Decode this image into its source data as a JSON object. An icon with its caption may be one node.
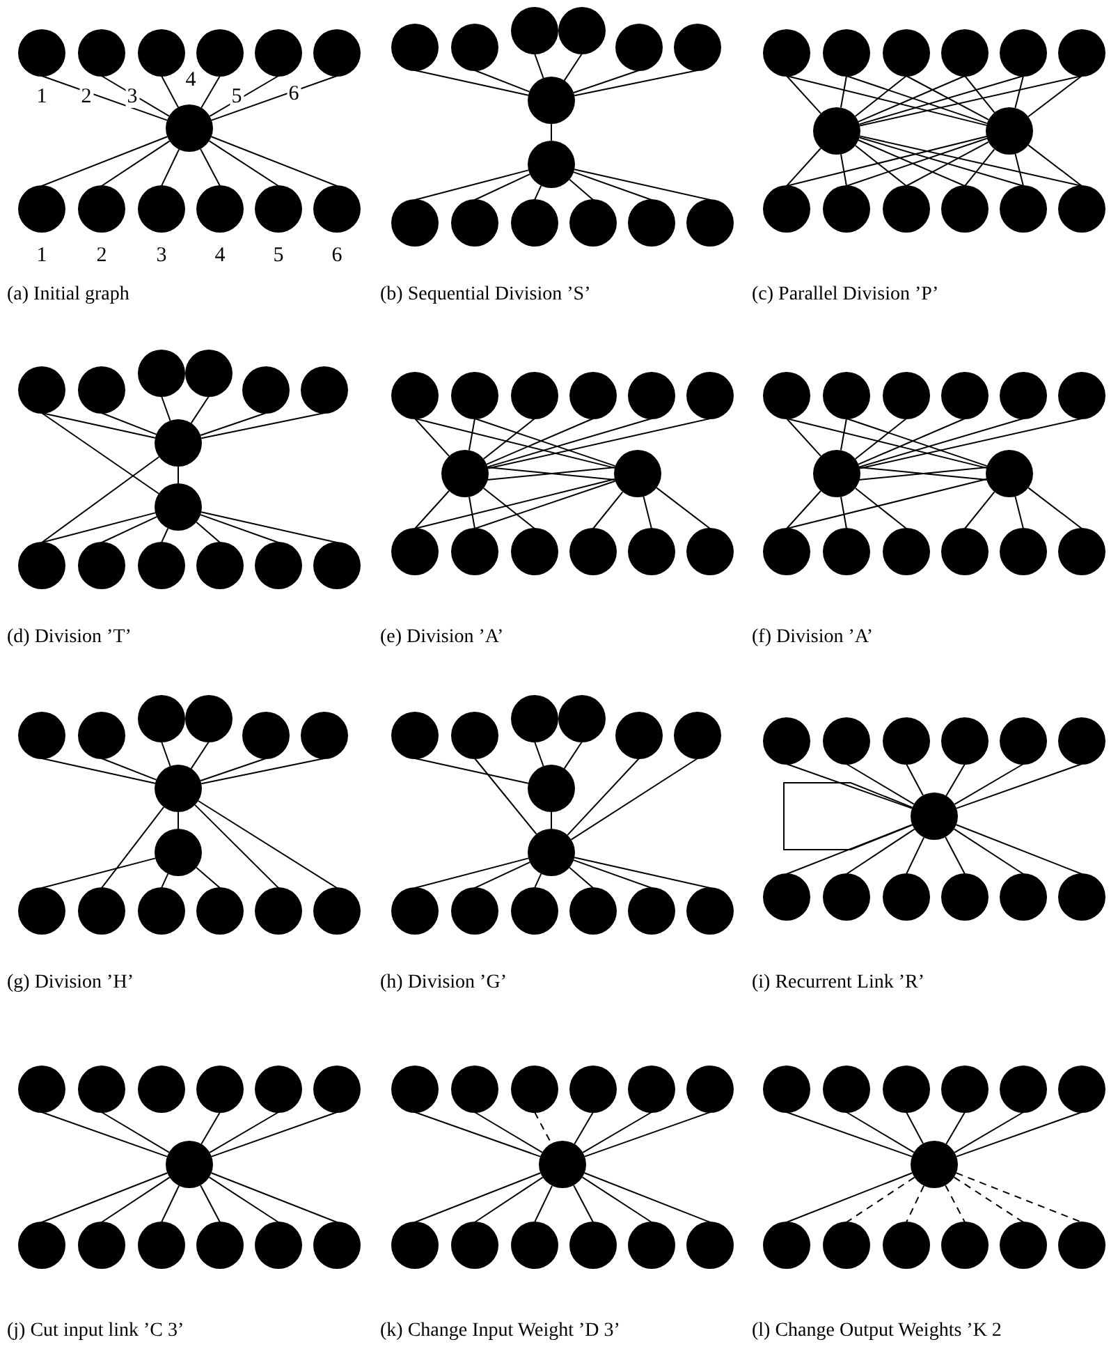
{
  "diagram": {
    "nodes": [
      {
        "text": [],
        "shape": "circle"
      },
      {
        "text": [],
        "shape": "circle"
      },
      {
        "text": [],
        "shape": "circle"
      },
      {
        "text": [],
        "shape": "circle"
      },
      {
        "text": [],
        "shape": "circle"
      },
      {
        "text": [],
        "shape": "circle"
      },
      {
        "text": [],
        "shape": "circle"
      },
      {
        "text": [],
        "shape": "circle"
      },
      {
        "text": [],
        "shape": "circle"
      },
      {
        "text": [],
        "shape": "circle"
      },
      {
        "text": [],
        "shape": "circle"
      },
      {
        "text": [],
        "shape": "circle"
      },
      {
        "text": [],
        "shape": "circle"
      },
      {
        "text": [],
        "shape": "circle"
      },
      {
        "text": [],
        "shape": "circle"
      },
      {
        "text": [],
        "shape": "circle"
      },
      {
        "text": [],
        "shape": "circle"
      },
      {
        "text": [],
        "shape": "circle"
      },
      {
        "text": [],
        "shape": "circle"
      },
      {
        "text": [],
        "shape": "circle"
      },
      {
        "text": [],
        "shape": "circle"
      },
      {
        "text": [],
        "shape": "circle"
      },
      {
        "text": [],
        "shape": "circle"
      },
      {
        "text": [],
        "shape": "circle"
      },
      {
        "text": [],
        "shape": "circle"
      },
      {
        "text": [],
        "shape": "circle"
      },
      {
        "text": [],
        "shape": "circle"
      },
      {
        "text": [],
        "shape": "circle"
      },
      {
        "text": [],
        "shape": "circle"
      },
      {
        "text": [],
        "shape": "circle"
      },
      {
        "text": [],
        "shape": "circle"
      },
      {
        "text": [],
        "shape": "circle"
      },
      {
        "text": [],
        "shape": "circle"
      },
      {
        "text": [],
        "shape": "circle"
      },
      {
        "text": [],
        "shape": "circle"
      },
      {
        "text": [],
        "shape": "circle"
      },
      {
        "text": [],
        "shape": "circle"
      },
      {
        "text": [],
        "shape": "circle"
      },
      {
        "text": [],
        "shape": "circle"
      },
      {
        "text": [],
        "shape": "circle"
      },
      {
        "text": [],
        "shape": "circle"
      },
      {
        "text": [],
        "shape": "circle"
      },
      {
        "text": [],
        "shape": "circle"
      },
      {
        "text": [],
        "shape": "circle"
      },
      {
        "text": [],
        "shape": "circle"
      },
      {
        "text": [],
        "shape": "circle"
      },
      {
        "text": [],
        "shape": "circle"
      },
      {
        "text": [],
        "shape": "circle"
      },
      {
        "text": [],
        "shape": "circle"
      },
      {
        "text": [],
        "shape": "circle"
      },
      {
        "text": [],
        "shape": "circle"
      },
      {
        "text": [],
        "shape": "circle"
      },
      {
        "text": [],
        "shape": "circle"
      },
      {
        "text": [],
        "shape": "circle"
      },
      {
        "text": [],
        "shape": "circle"
      },
      {
        "text": [],
        "shape": "circle"
      },
      {
        "text": [],
        "shape": "circle"
      },
      {
        "text": [],
        "shape": "circle"
      },
      {
        "text": [],
        "shape": "circle"
      },
      {
        "text": [],
        "shape": "circle"
      },
      {
        "text": [],
        "shape": "circle"
      },
      {
        "text": [],
        "shape": "circle"
      },
      {
        "text": [],
        "shape": "circle"
      },
      {
        "text": [],
        "shape": "circle"
      },
      {
        "text": [],
        "shape": "circle"
      },
      {
        "text": [],
        "shape": "circle"
      },
      {
        "text": [],
        "shape": "circle"
      },
      {
        "text": [],
        "shape": "circle"
      },
      {
        "text": [],
        "shape": "circle"
      },
      {
        "text": [],
        "shape": "circle"
      },
      {
        "text": [],
        "shape": "circle"
      },
      {
        "text": [],
        "shape": "circle"
      },
      {
        "text": [],
        "shape": "circle"
      },
      {
        "text": [],
        "shape": "circle"
      },
      {
        "text": [],
        "shape": "circle"
      },
      {
        "text": [],
        "shape": "circle"
      },
      {
        "text": [],
        "shape": "circle"
      },
      {
        "text": [],
        "shape": "circle"
      },
      {
        "text": [],
        "shape": "circle"
      },
      {
        "text": [],
        "shape": "circle"
      },
      {
        "text": [],
        "shape": "circle"
      },
      {
        "text": [],
        "shape": "circle"
      },
      {
        "text": [],
        "shape": "circle"
      },
      {
        "text": [],
        "shape": "circle"
      },
      {
        "text": [],
        "shape": "circle"
      },
      {
        "text": [],
        "shape": "circle"
      },
      {
        "text": [],
        "shape": "circle"
      },
      {
        "text": [],
        "shape": "circle"
      },
      {
        "text": [],
        "shape": "circle"
      },
      {
        "text": [],
        "shape": "circle"
      },
      {
        "text": [],
        "shape": "circle"
      },
      {
        "text": [],
        "shape": "circle"
      },
      {
        "text": [],
        "shape": "circle"
      },
      {
        "text": [],
        "shape": "circle"
      },
      {
        "text": [],
        "shape": "circle"
      },
      {
        "text": [],
        "shape": "circle"
      },
      {
        "text": [],
        "shape": "circle"
      },
      {
        "text": [],
        "shape": "circle"
      },
      {
        "text": [],
        "shape": "circle"
      },
      {
        "text": [],
        "shape": "circle"
      },
      {
        "text": [],
        "shape": "circle"
      },
      {
        "text": [],
        "shape": "circle"
      },
      {
        "text": [],
        "shape": "circle"
      },
      {
        "text": [],
        "shape": "circle"
      },
      {
        "text": [],
        "shape": "circle"
      },
      {
        "text": [],
        "shape": "circle"
      },
      {
        "text": [],
        "shape": "circle"
      },
      {
        "text": [],
        "shape": "circle"
      },
      {
        "text": [],
        "shape": "circle"
      },
      {
        "text": [],
        "shape": "circle"
      },
      {
        "text": [],
        "shape": "circle"
      },
      {
        "text": [],
        "shape": "circle"
      },
      {
        "text": [],
        "shape": "circle"
      },
      {
        "text": [],
        "shape": "circle"
      },
      {
        "text": [],
        "shape": "circle"
      },
      {
        "text": [],
        "shape": "circle"
      },
      {
        "text": [],
        "shape": "circle"
      },
      {
        "text": [],
        "shape": "circle"
      },
      {
        "text": [],
        "shape": "circle"
      },
      {
        "text": [],
        "shape": "circle"
      },
      {
        "text": [],
        "shape": "circle"
      },
      {
        "text": [],
        "shape": "circle"
      },
      {
        "text": [],
        "shape": "circle"
      },
      {
        "text": [],
        "shape": "circle"
      },
      {
        "text": [],
        "shape": "circle"
      },
      {
        "text": [],
        "shape": "circle"
      },
      {
        "text": [],
        "shape": "circle"
      },
      {
        "text": [],
        "shape": "circle"
      },
      {
        "text": [],
        "shape": "circle"
      },
      {
        "text": [],
        "shape": "circle"
      },
      {
        "text": [],
        "shape": "circle"
      },
      {
        "text": [],
        "shape": "circle"
      },
      {
        "text": [],
        "shape": "circle"
      },
      {
        "text": [],
        "shape": "circle"
      },
      {
        "text": [],
        "shape": "circle"
      },
      {
        "text": [],
        "shape": "circle"
      },
      {
        "text": [],
        "shape": "circle"
      },
      {
        "text": [],
        "shape": "circle"
      },
      {
        "text": [],
        "shape": "circle"
      },
      {
        "text": [],
        "shape": "circle"
      },
      {
        "text": [],
        "shape": "circle"
      },
      {
        "text": [],
        "shape": "circle"
      },
      {
        "text": [],
        "shape": "circle"
      },
      {
        "text": [],
        "shape": "circle"
      },
      {
        "text": [],
        "shape": "circle"
      },
      {
        "text": [],
        "shape": "circle"
      },
      {
        "text": [],
        "shape": "circle"
      },
      {
        "text": [],
        "shape": "circle"
      },
      {
        "text": [],
        "shape": "circle"
      },
      {
        "text": [],
        "shape": "circle"
      },
      {
        "text": [],
        "shape": "circle"
      },
      {
        "text": [],
        "shape": "circle"
      },
      {
        "text": [],
        "shape": "circle"
      },
      {
        "text": [],
        "shape": "circle"
      },
      {
        "text": [],
        "shape": "circle"
      },
      {
        "text": [],
        "shape": "circle"
      },
      {
        "text": [],
        "shape": "circle"
      },
      {
        "text": [],
        "shape": "circle"
      },
      {
        "text": [],
        "shape": "circle"
      },
      {
        "text": [],
        "shape": "circle"
      },
      {
        "text": [],
        "shape": "circle"
      },
      {
        "text": [],
        "shape": "circle"
      },
      {
        "text": [],
        "shape": "circle"
      }
    ],
    "edges": [
      {
        "from": 0,
        "to": 6,
        "arrow": "none"
      },
      {
        "from": 1,
        "to": 6,
        "arrow": "none"
      },
      {
        "from": 2,
        "to": 6,
        "arrow": "none"
      },
      {
        "from": 3,
        "to": 6,
        "arrow": "none"
      },
      {
        "from": 4,
        "to": 6,
        "arrow": "none"
      },
      {
        "from": 5,
        "to": 6,
        "arrow": "none"
      },
      {
        "from": 6,
        "to": 7,
        "arrow": "none"
      },
      {
        "from": 6,
        "to": 8,
        "arrow": "none"
      },
      {
        "from": 6,
        "to": 9,
        "arrow": "none"
      },
      {
        "from": 6,
        "to": 10,
        "arrow": "none"
      },
      {
        "from": 6,
        "to": 11,
        "arrow": "none"
      },
      {
        "from": 6,
        "to": 12,
        "arrow": "none"
      },
      {
        "from": 13,
        "to": 19,
        "arrow": "none"
      },
      {
        "from": 14,
        "to": 19,
        "arrow": "none"
      },
      {
        "from": 15,
        "to": 19,
        "arrow": "none"
      },
      {
        "from": 16,
        "to": 19,
        "arrow": "none"
      },
      {
        "from": 17,
        "to": 19,
        "arrow": "none"
      },
      {
        "from": 18,
        "to": 19,
        "arrow": "none"
      },
      {
        "from": 19,
        "to": 20,
        "arrow": "none"
      },
      {
        "from": 20,
        "to": 21,
        "arrow": "none"
      },
      {
        "from": 20,
        "to": 22,
        "arrow": "none"
      },
      {
        "from": 20,
        "to": 23,
        "arrow": "none"
      },
      {
        "from": 20,
        "to": 24,
        "arrow": "none"
      },
      {
        "from": 20,
        "to": 25,
        "arrow": "none"
      },
      {
        "from": 20,
        "to": 26,
        "arrow": "none"
      },
      {
        "from": 27,
        "to": 33,
        "arrow": "none"
      },
      {
        "from": 28,
        "to": 33,
        "arrow": "none"
      },
      {
        "from": 29,
        "to": 33,
        "arrow": "none"
      },
      {
        "from": 30,
        "to": 33,
        "arrow": "none"
      },
      {
        "from": 31,
        "to": 33,
        "arrow": "none"
      },
      {
        "from": 32,
        "to": 33,
        "arrow": "none"
      },
      {
        "from": 27,
        "to": 34,
        "arrow": "none"
      },
      {
        "from": 28,
        "to": 34,
        "arrow": "none"
      },
      {
        "from": 29,
        "to": 34,
        "arrow": "none"
      },
      {
        "from": 30,
        "to": 34,
        "arrow": "none"
      },
      {
        "from": 31,
        "to": 34,
        "arrow": "none"
      },
      {
        "from": 32,
        "to": 34,
        "arrow": "none"
      },
      {
        "from": 33,
        "to": 35,
        "arrow": "none"
      },
      {
        "from": 33,
        "to": 36,
        "arrow": "none"
      },
      {
        "from": 33,
        "to": 37,
        "arrow": "none"
      },
      {
        "from": 33,
        "to": 38,
        "arrow": "none"
      },
      {
        "from": 33,
        "to": 39,
        "arrow": "none"
      },
      {
        "from": 33,
        "to": 40,
        "arrow": "none"
      },
      {
        "from": 34,
        "to": 35,
        "arrow": "none"
      },
      {
        "from": 34,
        "to": 36,
        "arrow": "none"
      },
      {
        "from": 34,
        "to": 37,
        "arrow": "none"
      },
      {
        "from": 34,
        "to": 38,
        "arrow": "none"
      },
      {
        "from": 34,
        "to": 39,
        "arrow": "none"
      },
      {
        "from": 34,
        "to": 40,
        "arrow": "none"
      },
      {
        "from": 41,
        "to": 47,
        "arrow": "none"
      },
      {
        "from": 42,
        "to": 47,
        "arrow": "none"
      },
      {
        "from": 43,
        "to": 47,
        "arrow": "none"
      },
      {
        "from": 44,
        "to": 47,
        "arrow": "none"
      },
      {
        "from": 45,
        "to": 47,
        "arrow": "none"
      },
      {
        "from": 46,
        "to": 47,
        "arrow": "none"
      },
      {
        "from": 41,
        "to": 48,
        "arrow": "none"
      },
      {
        "from": 47,
        "to": 48,
        "arrow": "none"
      },
      {
        "from": 47,
        "to": 49,
        "arrow": "none"
      },
      {
        "from": 48,
        "to": 49,
        "arrow": "none"
      },
      {
        "from": 48,
        "to": 50,
        "arrow": "none"
      },
      {
        "from": 48,
        "to": 51,
        "arrow": "none"
      },
      {
        "from": 48,
        "to": 52,
        "arrow": "none"
      },
      {
        "from": 48,
        "to": 53,
        "arrow": "none"
      },
      {
        "from": 48,
        "to": 54,
        "arrow": "none"
      },
      {
        "from": 55,
        "to": 61,
        "arrow": "none"
      },
      {
        "from": 55,
        "to": 62,
        "arrow": "none"
      },
      {
        "from": 56,
        "to": 61,
        "arrow": "none"
      },
      {
        "from": 56,
        "to": 62,
        "arrow": "none"
      },
      {
        "from": 57,
        "to": 61,
        "arrow": "none"
      },
      {
        "from": 58,
        "to": 61,
        "arrow": "none"
      },
      {
        "from": 59,
        "to": 61,
        "arrow": "none"
      },
      {
        "from": 60,
        "to": 61,
        "arrow": "none"
      },
      {
        "from": 61,
        "to": 62,
        "arrow": "none"
      },
      {
        "from": 62,
        "to": 61,
        "arrow": "none"
      },
      {
        "from": 61,
        "to": 63,
        "arrow": "none"
      },
      {
        "from": 61,
        "to": 64,
        "arrow": "none"
      },
      {
        "from": 61,
        "to": 65,
        "arrow": "none"
      },
      {
        "from": 62,
        "to": 63,
        "arrow": "none"
      },
      {
        "from": 62,
        "to": 64,
        "arrow": "none"
      },
      {
        "from": 62,
        "to": 66,
        "arrow": "none"
      },
      {
        "from": 62,
        "to": 67,
        "arrow": "none"
      },
      {
        "from": 62,
        "to": 68,
        "arrow": "none"
      },
      {
        "from": 69,
        "to": 75,
        "arrow": "none"
      },
      {
        "from": 69,
        "to": 76,
        "arrow": "none"
      },
      {
        "from": 70,
        "to": 75,
        "arrow": "none"
      },
      {
        "from": 70,
        "to": 76,
        "arrow": "none"
      },
      {
        "from": 71,
        "to": 75,
        "arrow": "none"
      },
      {
        "from": 72,
        "to": 75,
        "arrow": "none"
      },
      {
        "from": 73,
        "to": 75,
        "arrow": "none"
      },
      {
        "from": 74,
        "to": 75,
        "arrow": "none"
      },
      {
        "from": 75,
        "to": 76,
        "arrow": "none"
      },
      {
        "from": 76,
        "to": 75,
        "arrow": "none"
      },
      {
        "from": 75,
        "to": 77,
        "arrow": "none"
      },
      {
        "from": 75,
        "to": 78,
        "arrow": "none"
      },
      {
        "from": 75,
        "to": 79,
        "arrow": "none"
      },
      {
        "from": 76,
        "to": 77,
        "arrow": "none"
      },
      {
        "from": 76,
        "to": 80,
        "arrow": "none"
      },
      {
        "from": 76,
        "to": 81,
        "arrow": "none"
      },
      {
        "from": 76,
        "to": 82,
        "arrow": "none"
      },
      {
        "from": 83,
        "to": 89,
        "arrow": "none"
      },
      {
        "from": 84,
        "to": 89,
        "arrow": "none"
      },
      {
        "from": 85,
        "to": 89,
        "arrow": "none"
      },
      {
        "from": 86,
        "to": 89,
        "arrow": "none"
      },
      {
        "from": 87,
        "to": 89,
        "arrow": "none"
      },
      {
        "from": 88,
        "to": 89,
        "arrow": "none"
      },
      {
        "from": 89,
        "to": 90,
        "arrow": "none"
      },
      {
        "from": 89,
        "to": 92,
        "arrow": "none"
      },
      {
        "from": 89,
        "to": 95,
        "arrow": "none"
      },
      {
        "from": 89,
        "to": 96,
        "arrow": "none"
      },
      {
        "from": 90,
        "to": 91,
        "arrow": "none"
      },
      {
        "from": 90,
        "to": 93,
        "arrow": "none"
      },
      {
        "from": 90,
        "to": 94,
        "arrow": "none"
      },
      {
        "from": 97,
        "to": 103,
        "arrow": "none"
      },
      {
        "from": 99,
        "to": 103,
        "arrow": "none"
      },
      {
        "from": 100,
        "to": 103,
        "arrow": "none"
      },
      {
        "from": 98,
        "to": 104,
        "arrow": "none"
      },
      {
        "from": 101,
        "to": 104,
        "arrow": "none"
      },
      {
        "from": 102,
        "to": 104,
        "arrow": "none"
      },
      {
        "from": 103,
        "to": 104,
        "arrow": "none"
      },
      {
        "from": 104,
        "to": 105,
        "arrow": "none"
      },
      {
        "from": 104,
        "to": 106,
        "arrow": "none"
      },
      {
        "from": 104,
        "to": 107,
        "arrow": "none"
      },
      {
        "from": 104,
        "to": 108,
        "arrow": "none"
      },
      {
        "from": 104,
        "to": 109,
        "arrow": "none"
      },
      {
        "from": 104,
        "to": 110,
        "arrow": "none"
      },
      {
        "from": 111,
        "to": 117,
        "arrow": "none"
      },
      {
        "from": 112,
        "to": 117,
        "arrow": "none"
      },
      {
        "from": 113,
        "to": 117,
        "arrow": "none"
      },
      {
        "from": 114,
        "to": 117,
        "arrow": "none"
      },
      {
        "from": 115,
        "to": 117,
        "arrow": "none"
      },
      {
        "from": 116,
        "to": 117,
        "arrow": "none"
      },
      {
        "from": 117,
        "to": 117,
        "arrow": "none"
      },
      {
        "from": 117,
        "to": 118,
        "arrow": "none"
      },
      {
        "from": 117,
        "to": 119,
        "arrow": "none"
      },
      {
        "from": 117,
        "to": 120,
        "arrow": "none"
      },
      {
        "from": 117,
        "to": 121,
        "arrow": "none"
      },
      {
        "from": 117,
        "to": 122,
        "arrow": "none"
      },
      {
        "from": 117,
        "to": 123,
        "arrow": "none"
      },
      {
        "from": 124,
        "to": 130,
        "arrow": "none"
      },
      {
        "from": 125,
        "to": 130,
        "arrow": "none"
      },
      {
        "from": 127,
        "to": 130,
        "arrow": "none"
      },
      {
        "from": 128,
        "to": 130,
        "arrow": "none"
      },
      {
        "from": 129,
        "to": 130,
        "arrow": "none"
      },
      {
        "from": 130,
        "to": 131,
        "arrow": "none"
      },
      {
        "from": 130,
        "to": 132,
        "arrow": "none"
      },
      {
        "from": 130,
        "to": 133,
        "arrow": "none"
      },
      {
        "from": 130,
        "to": 134,
        "arrow": "none"
      },
      {
        "from": 130,
        "to": 135,
        "arrow": "none"
      },
      {
        "from": 130,
        "to": 136,
        "arrow": "none"
      },
      {
        "from": 137,
        "to": 143,
        "arrow": "none"
      },
      {
        "from": 138,
        "to": 143,
        "arrow": "none"
      },
      {
        "from": 139,
        "to": 143,
        "arrow": "none",
        "style": "dashed"
      },
      {
        "from": 140,
        "to": 143,
        "arrow": "none"
      },
      {
        "from": 141,
        "to": 143,
        "arrow": "none"
      },
      {
        "from": 142,
        "to": 143,
        "arrow": "none"
      },
      {
        "from": 143,
        "to": 144,
        "arrow": "none"
      },
      {
        "from": 143,
        "to": 145,
        "arrow": "none"
      },
      {
        "from": 143,
        "to": 146,
        "arrow": "none"
      },
      {
        "from": 143,
        "to": 147,
        "arrow": "none"
      },
      {
        "from": 143,
        "to": 148,
        "arrow": "none"
      },
      {
        "from": 143,
        "to": 149,
        "arrow": "none"
      },
      {
        "from": 150,
        "to": 156,
        "arrow": "none"
      },
      {
        "from": 151,
        "to": 156,
        "arrow": "none"
      },
      {
        "from": 152,
        "to": 156,
        "arrow": "none"
      },
      {
        "from": 153,
        "to": 156,
        "arrow": "none"
      },
      {
        "from": 154,
        "to": 156,
        "arrow": "none"
      },
      {
        "from": 155,
        "to": 156,
        "arrow": "none"
      },
      {
        "from": 156,
        "to": 157,
        "arrow": "none"
      },
      {
        "from": 156,
        "to": 158,
        "arrow": "none",
        "style": "dashed"
      },
      {
        "from": 156,
        "to": 159,
        "arrow": "none",
        "style": "dashed"
      },
      {
        "from": 156,
        "to": 160,
        "arrow": "none",
        "style": "dashed"
      },
      {
        "from": 156,
        "to": 161,
        "arrow": "none",
        "style": "dashed"
      },
      {
        "from": 156,
        "to": 162,
        "arrow": "none",
        "style": "dashed"
      }
    ],
    "labels": [
      "1",
      "2",
      "3",
      "4",
      "5",
      "6",
      "1",
      "2",
      "3",
      "4",
      "5",
      "6",
      "(a) Initial graph",
      "(b) Sequential Division ’S’",
      "(c) Parallel Division ’P’",
      "(d) Division ’T’",
      "(e) Division ’A’",
      "(f) Division ’A’",
      "(g) Division ’H’",
      "(h) Division ’G’",
      "(i) Recurrent Link ’R’",
      "(j) Cut input link ’C 3’",
      "(k) Change Input Weight ’D 3’",
      "(l) Change Output Weights ’K 2"
    ]
  }
}
